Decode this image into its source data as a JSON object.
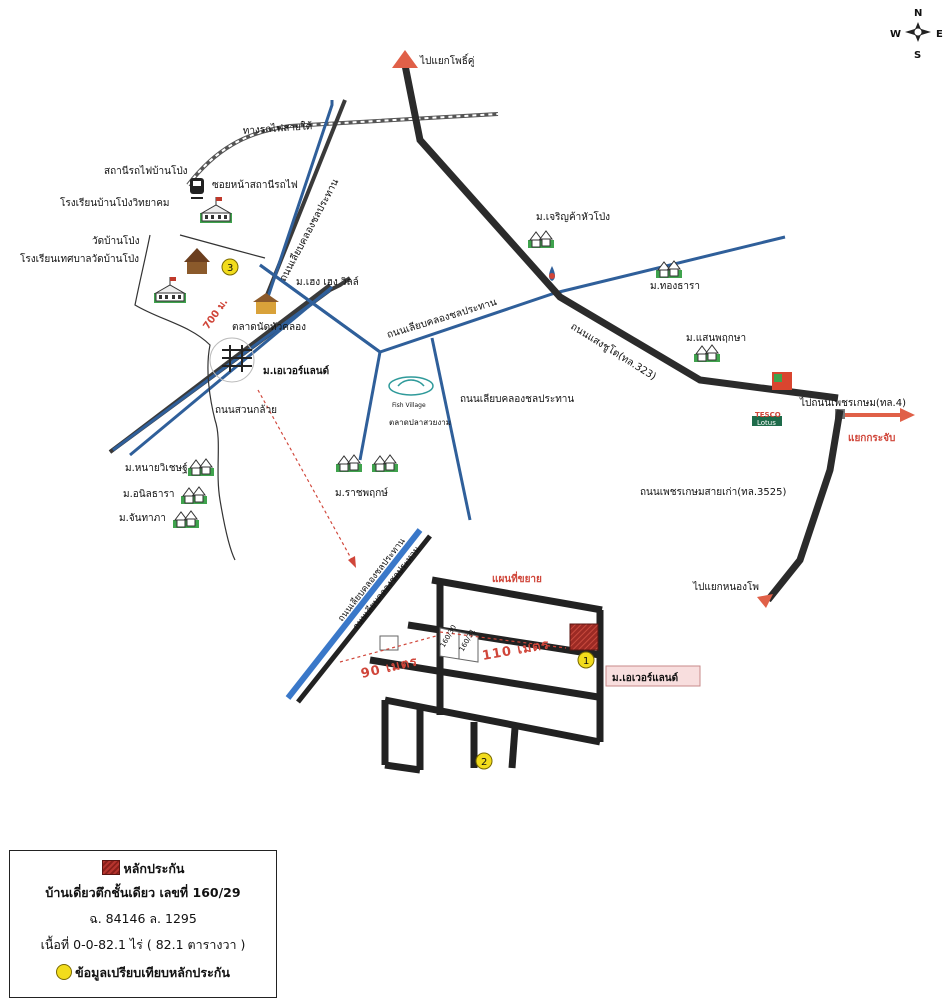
{
  "compass": {
    "n": "N",
    "s": "S",
    "e": "E",
    "w": "W"
  },
  "labels": {
    "to_phrakhu": "ไปแยกโพธิ์คู่",
    "railway": "ทางรถไฟสายใต้",
    "station": "สถานีรถไฟบ้านโป่ง",
    "soi_station": "ซอยหน้าสถานีรถไฟ",
    "school_wittayakhom": "โรงเรียนบ้านโป่งวิทยาคม",
    "wat": "วัดบ้านโป่ง",
    "school_tessaban": "โรงเรียนเทศบาลวัดบ้านโป่ง",
    "road_liap_klong_v": "ถนนเลียบคลองชลประทาน",
    "heng_heng": "ม.เฮง เฮง วิลล์",
    "market_hua_klong": "ตลาดนัดหัวคลอง",
    "road_liap_klong_mid": "ถนนเลียบคลองชลประทาน",
    "charoen": "ม.เจริญค้าหัวโป่ง",
    "thong": "ม.ทองธารา",
    "sanphruksa": "ม.แสนพฤกษา",
    "road_323": "ถนนแสงชูโต(ทล.323)",
    "ever_land_main": "ม.เอเวอร์แลนด์",
    "road_suan_kluay": "ถนนสวนกล้วย",
    "road_liap_klong_right": "ถนนเลียบคลองชลประทาน",
    "fish_village": "Fish Village",
    "fish_market": "ตลาดปลาสวยงาม",
    "naiwichet": "ม.หนายวิเชษฐ์",
    "anin": "ม.อนิลธารา",
    "chanthaphat": "ม.จันทาภา",
    "rachaphruk": "ม.ราชพฤกษ์",
    "to_phetkasem": "ไปถนนเพชรเกษม(ทล.4)",
    "tesco": "TESCO",
    "lotus": "Lotus",
    "krachap": "แยกกระจับ",
    "road_3525": "ถนนเพชรเกษมสายเก่า(ทล.3525)",
    "to_nongpho": "ไปแยกหนองโพ",
    "expanded_map": "แผนที่ขยาย",
    "road_liap_klong_enlarged": "ถนนเลียบคลองชลประทาน",
    "road_liap_klong_enlarged2": "ถนนเลียบคลองชลประทาน",
    "dist_700": "700 ม.",
    "dist_90": "90 เมตร",
    "dist_110": "110 เมตร",
    "ever_land_enlarged": "ม.เอเวอร์แลนด์",
    "lot_160_30": "160/30",
    "lot_160_31": "160/31",
    "marker_1": "1",
    "marker_2": "2",
    "marker_3": "3"
  },
  "legend": {
    "collateral": "หลักประกัน",
    "house": "บ้านเดี่ยวตึกชั้นเดียว เลขที่ 160/29",
    "deed": "ฉ. 84146 ล. 1295",
    "area": "เนื้อที่ 0-0-82.1 ไร่ ( 82.1 ตารางวา )",
    "comparison": "ข้อมูลเปรียบเทียบหลักประกัน"
  },
  "colors": {
    "road": "#222222",
    "canal_blue": "#2f5f9a",
    "arrow_red": "#e06048",
    "marker_yellow": "#f2dc1c",
    "collateral": "#b6342e",
    "house_green": "#3fa34d"
  }
}
